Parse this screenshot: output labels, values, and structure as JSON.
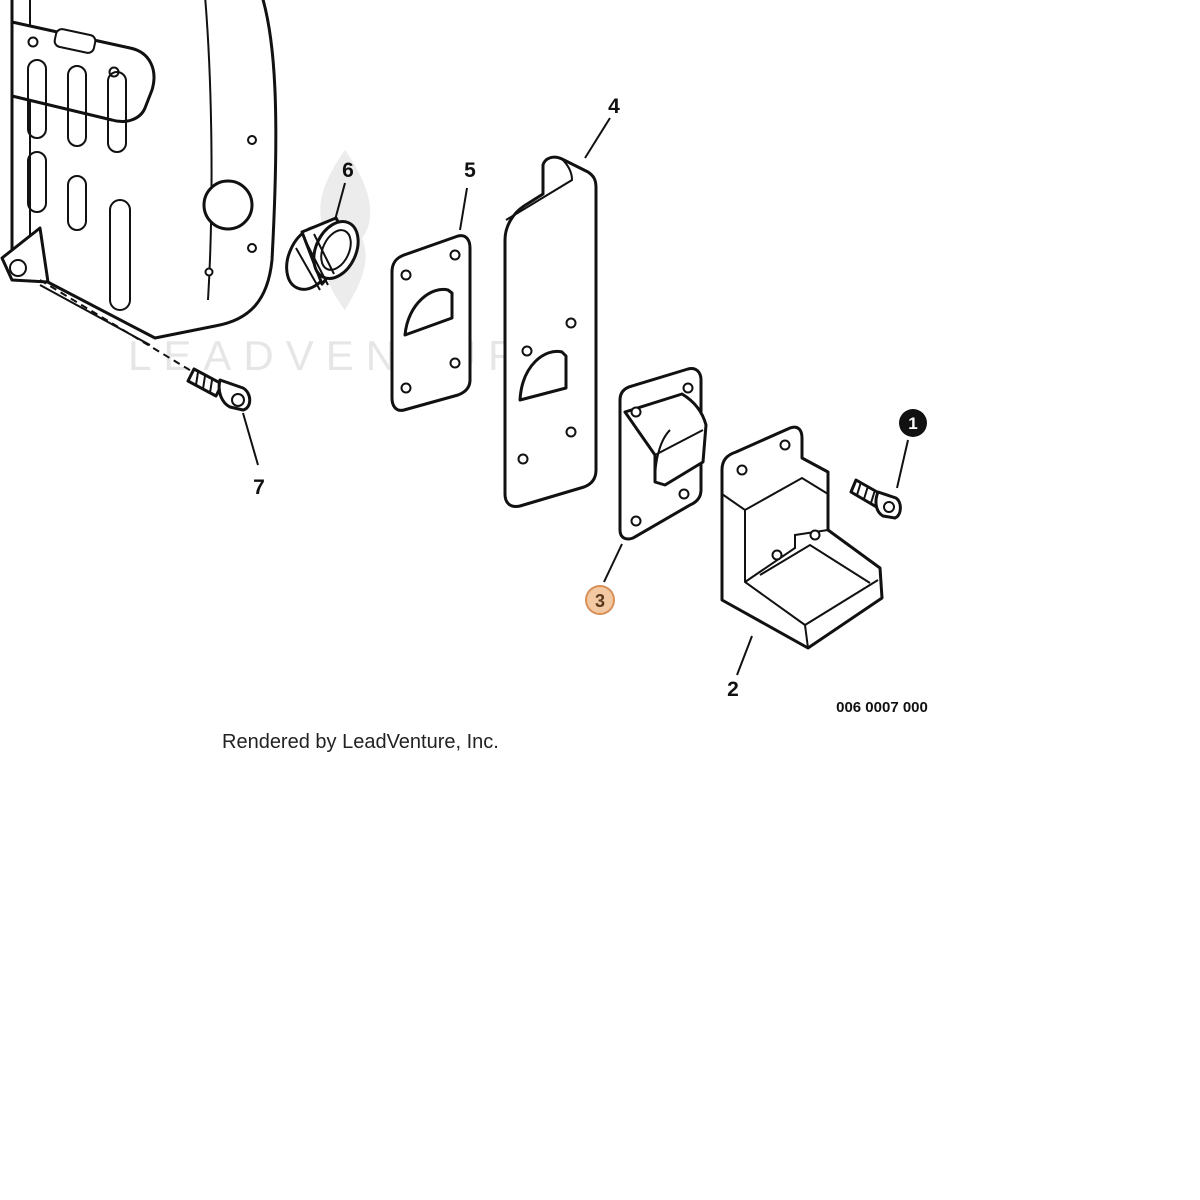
{
  "watermark": {
    "text": "LEADVENTURE"
  },
  "callouts": [
    {
      "id": "1",
      "label": "1",
      "style": "inverted"
    },
    {
      "id": "2",
      "label": "2",
      "style": "plain"
    },
    {
      "id": "3",
      "label": "3",
      "style": "highlighted"
    },
    {
      "id": "4",
      "label": "4",
      "style": "plain"
    },
    {
      "id": "5",
      "label": "5",
      "style": "plain"
    },
    {
      "id": "6",
      "label": "6",
      "style": "plain"
    },
    {
      "id": "7",
      "label": "7",
      "style": "plain"
    }
  ],
  "drawing_number": "006 0007 000",
  "credit": "Rendered by LeadVenture, Inc.",
  "colors": {
    "line": "#111111",
    "highlight_fill": "#f3c9a3",
    "highlight_stroke": "#d8905a",
    "watermark": "#e6e6e6"
  }
}
